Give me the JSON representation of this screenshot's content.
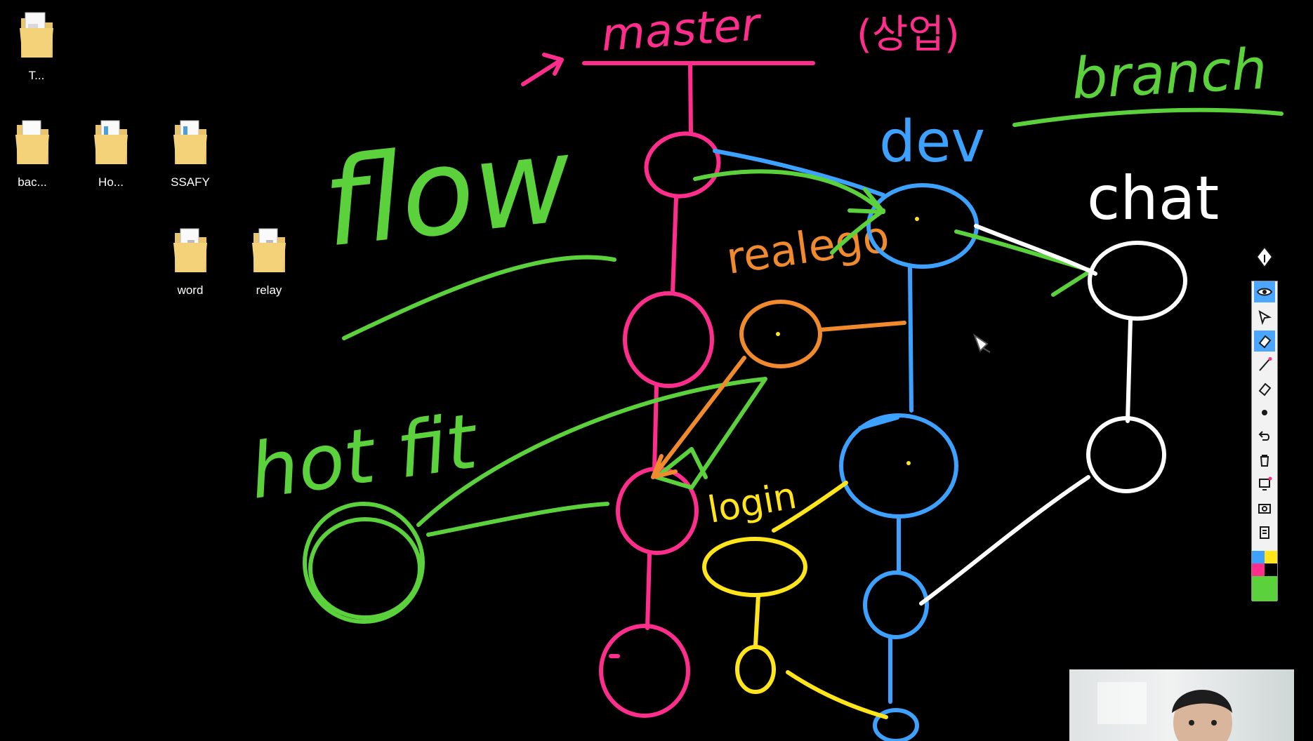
{
  "desktop": {
    "icons": [
      {
        "label": "T...",
        "kind": "folder"
      },
      {
        "label": "bac...",
        "kind": "folder"
      },
      {
        "label": "Ho...",
        "kind": "folder"
      },
      {
        "label": "SSAFY",
        "kind": "folder"
      },
      {
        "label": "word",
        "kind": "file"
      },
      {
        "label": "relay",
        "kind": "file"
      }
    ]
  },
  "whiteboard": {
    "labels": {
      "master": "master",
      "master_note": "(상업)",
      "branch": "branch",
      "flow": "flow",
      "dev": "dev",
      "chat": "chat",
      "release": "realego",
      "hotfix": "hot fit",
      "login": "login"
    },
    "ink_colors": {
      "pink": "#ff2d8c",
      "blue": "#3da2ff",
      "green": "#5bd13c",
      "orange": "#f08a2c",
      "yellow": "#ffe51a",
      "white": "#ffffff"
    }
  },
  "toolbar": {
    "tools": [
      "pen-icon",
      "eye-icon",
      "select-arrow-icon",
      "eraser-icon",
      "line-icon",
      "highlighter-icon",
      "dot-icon",
      "undo-icon",
      "trash-icon",
      "screen-icon",
      "camera-icon",
      "clipboard-icon"
    ],
    "palette": [
      "#3da2ff",
      "#ffe51a",
      "#ff2d8c",
      "#000000",
      "#5bd13c",
      "#5bd13c"
    ]
  }
}
